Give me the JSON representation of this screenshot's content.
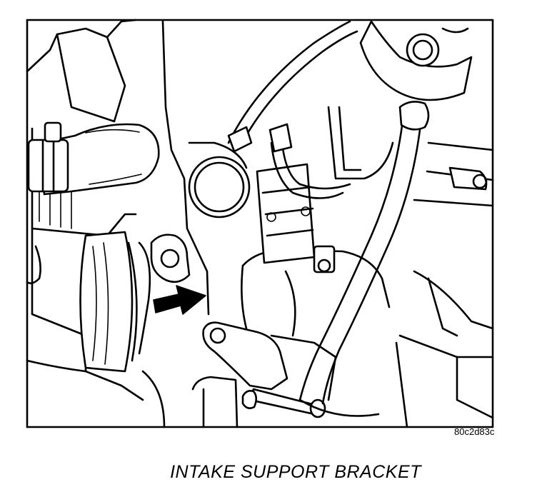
{
  "figure": {
    "figure_id": "80c2d83c",
    "caption": "INTAKE SUPPORT BRACKET"
  },
  "illustration": {
    "subject": "engine-compartment-line-drawing",
    "style": "black-and-white-line-art",
    "pointer_icon": "black-arrow-icon"
  },
  "colors": {
    "ink": "#000000",
    "paper": "#ffffff"
  }
}
